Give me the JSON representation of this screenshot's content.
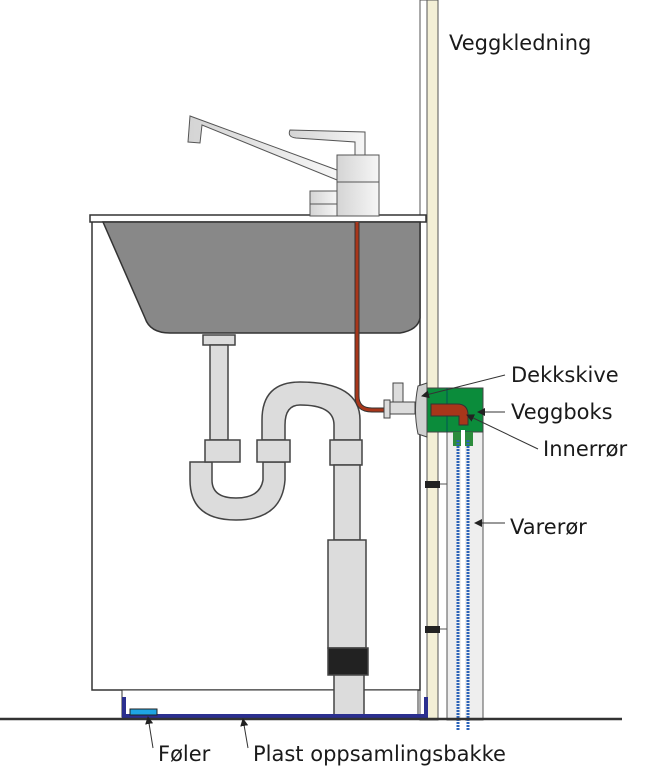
{
  "labels": {
    "wall_cladding": "Veggkledning",
    "cover_plate": "Dekkskive",
    "wall_box": "Veggboks",
    "inner_pipe": "Innerrør",
    "sleeve_pipe": "Varerør",
    "sensor": "Føler",
    "drip_tray": "Plast oppsamlingsbakke"
  },
  "colors": {
    "wall": "#f3efd6",
    "wall_box": "#0b8c3b",
    "inner_pipe": "#a8361a",
    "hose": "#2a62b8",
    "tray": "#2b2f8f",
    "sensor": "#1ea4e4",
    "sink": "#888888",
    "pipe": "#dcdcdc"
  }
}
